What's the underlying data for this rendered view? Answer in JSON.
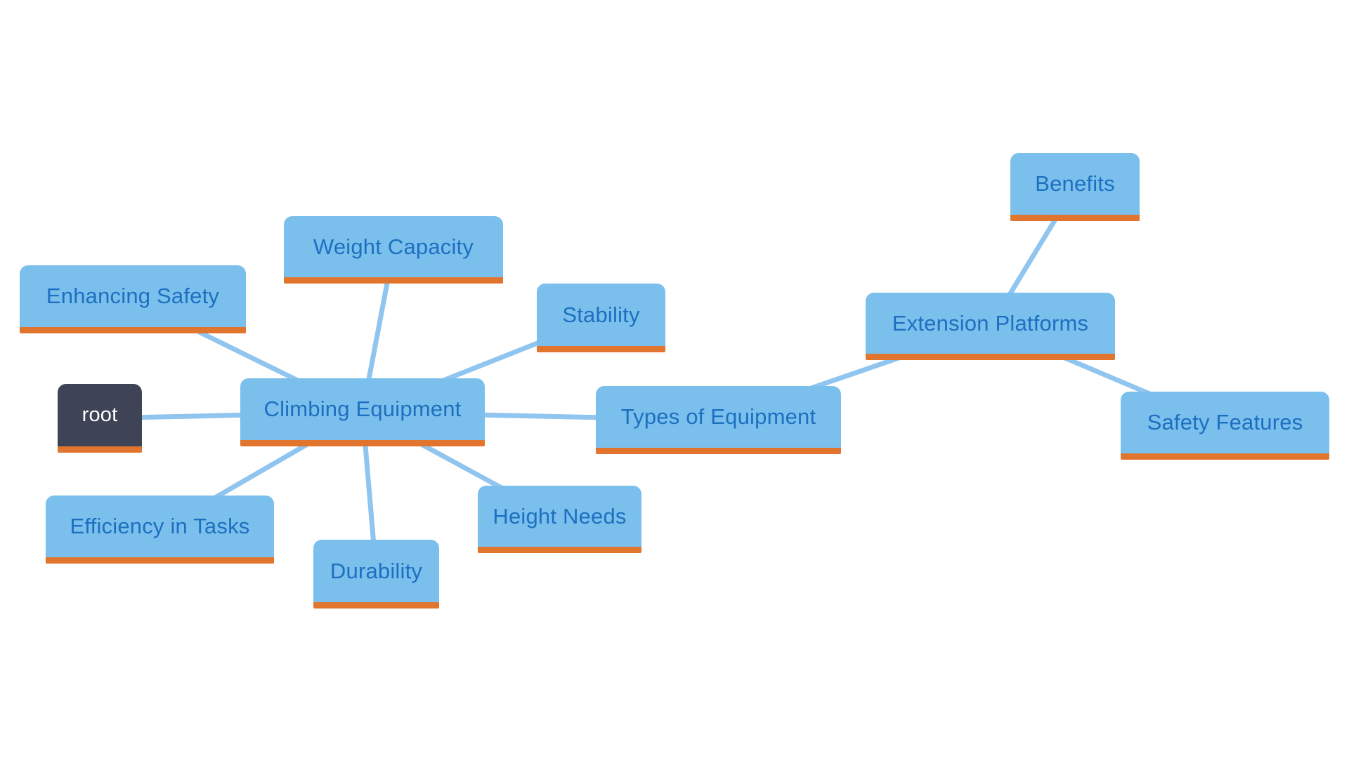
{
  "diagram": {
    "colors": {
      "canvas_bg": "#ffffff",
      "node_fill": "#7bbfed",
      "node_underline": "#e2752d",
      "node_text": "#1d70c0",
      "root_fill": "#3e4356",
      "root_text": "#ffffff",
      "connector": "#90c5ef"
    },
    "connector_width": 7,
    "nodes": [
      {
        "id": "root",
        "label": "root",
        "variant": "root"
      },
      {
        "id": "climbing-equipment",
        "label": "Climbing Equipment",
        "variant": "branch"
      },
      {
        "id": "enhancing-safety",
        "label": "Enhancing Safety",
        "variant": "branch"
      },
      {
        "id": "weight-capacity",
        "label": "Weight Capacity",
        "variant": "branch"
      },
      {
        "id": "stability",
        "label": "Stability",
        "variant": "branch"
      },
      {
        "id": "types-of-equipment",
        "label": "Types of Equipment",
        "variant": "branch"
      },
      {
        "id": "height-needs",
        "label": "Height Needs",
        "variant": "branch"
      },
      {
        "id": "durability",
        "label": "Durability",
        "variant": "branch"
      },
      {
        "id": "efficiency-in-tasks",
        "label": "Efficiency in Tasks",
        "variant": "branch"
      },
      {
        "id": "extension-platforms",
        "label": "Extension Platforms",
        "variant": "branch"
      },
      {
        "id": "benefits",
        "label": "Benefits",
        "variant": "branch"
      },
      {
        "id": "safety-features",
        "label": "Safety Features",
        "variant": "branch"
      }
    ],
    "edges": [
      {
        "from": "root",
        "to": "climbing-equipment"
      },
      {
        "from": "climbing-equipment",
        "to": "enhancing-safety"
      },
      {
        "from": "climbing-equipment",
        "to": "weight-capacity"
      },
      {
        "from": "climbing-equipment",
        "to": "stability"
      },
      {
        "from": "climbing-equipment",
        "to": "types-of-equipment"
      },
      {
        "from": "climbing-equipment",
        "to": "height-needs"
      },
      {
        "from": "climbing-equipment",
        "to": "durability"
      },
      {
        "from": "climbing-equipment",
        "to": "efficiency-in-tasks"
      },
      {
        "from": "types-of-equipment",
        "to": "extension-platforms"
      },
      {
        "from": "extension-platforms",
        "to": "benefits"
      },
      {
        "from": "extension-platforms",
        "to": "safety-features"
      }
    ]
  }
}
